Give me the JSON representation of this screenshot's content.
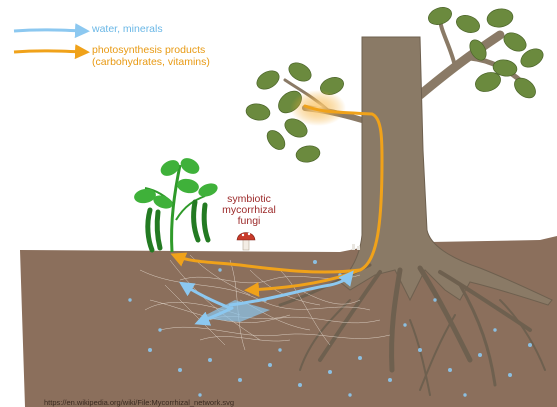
{
  "legend": {
    "water_label": "water, minerals",
    "photosynthesis_line1": "photosynthesis products",
    "photosynthesis_line2": "(carbohydrates, vitamins)"
  },
  "fungi_label": {
    "line1": "symbiotic",
    "line2": "mycorrhizal",
    "line3": "fungi"
  },
  "source": "https://en.wikipedia.org/wiki/File:Mycorrhizal_network.svg",
  "colors": {
    "water": "#8cc8f0",
    "photosynthesis": "#f0a21a",
    "soil": "#8b6f5c",
    "trunk": "#8a7a66",
    "leaf": "#2f9a2a",
    "oak_leaf": "#6b8a3e",
    "fungi_text": "#9c2a2a"
  },
  "icons": [
    "oak-tree-icon",
    "bean-plant-icon",
    "mushroom-icon",
    "leaf-icon"
  ]
}
